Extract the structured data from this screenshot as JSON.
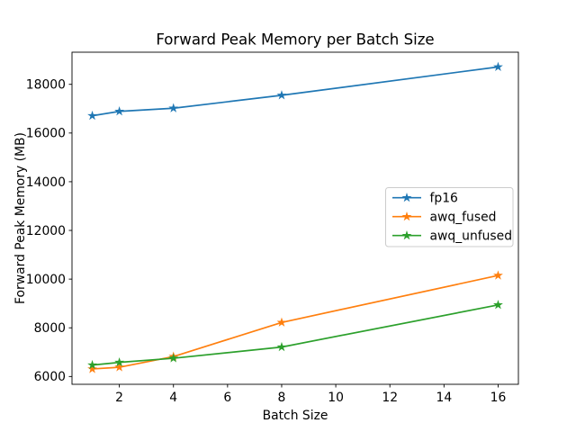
{
  "figure": {
    "background": "#ffffff"
  },
  "chart_data": {
    "type": "line",
    "title": "Forward Peak Memory per Batch Size",
    "xlabel": "Batch Size",
    "ylabel": "Forward Peak Memory (MB)",
    "x": [
      1,
      2,
      4,
      8,
      16
    ],
    "series": [
      {
        "name": "fp16",
        "color": "#1f77b4",
        "marker": "star",
        "values": [
          16710,
          16890,
          17020,
          17550,
          18715
        ]
      },
      {
        "name": "awq_fused",
        "color": "#ff7f0e",
        "marker": "star",
        "values": [
          6310,
          6380,
          6820,
          8220,
          10150
        ]
      },
      {
        "name": "awq_unfused",
        "color": "#2ca02c",
        "marker": "star",
        "values": [
          6470,
          6580,
          6750,
          7210,
          8940
        ]
      }
    ],
    "xlim": [
      0.25,
      16.75
    ],
    "ylim": [
      5680,
      19320
    ],
    "xticks": [
      2,
      4,
      6,
      8,
      10,
      12,
      14,
      16
    ],
    "yticks": [
      6000,
      8000,
      10000,
      12000,
      14000,
      16000,
      18000
    ],
    "grid": false,
    "legend": {
      "position": "center right",
      "entries": [
        "fp16",
        "awq_fused",
        "awq_unfused"
      ],
      "border_color": "#cccccc",
      "background": "#ffffff"
    },
    "axis_color": "#000000"
  }
}
